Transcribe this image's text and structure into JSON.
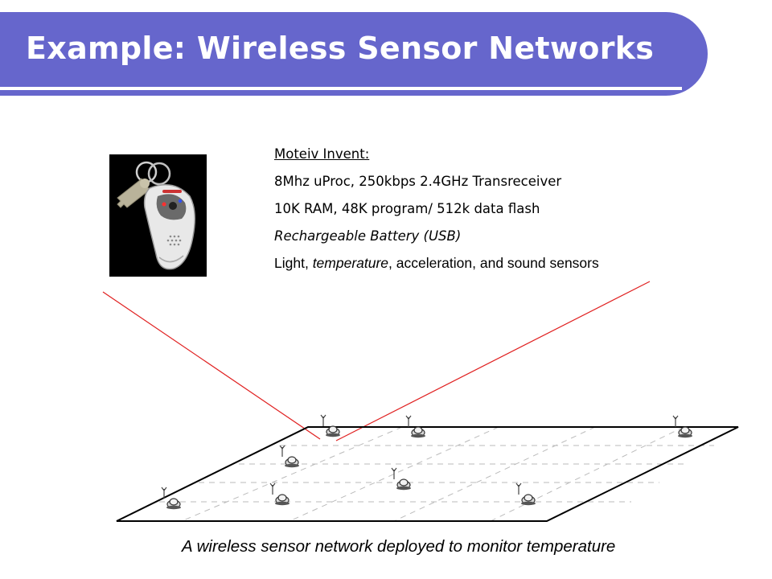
{
  "slide": {
    "title": "Example: Wireless Sensor Networks"
  },
  "specs": {
    "heading": "Moteiv Invent:",
    "line1": "8Mhz uProc, 250kbps 2.4GHz Transreceiver",
    "line2": "10K RAM, 48K program/ 512k data flash",
    "line3": "Rechargeable Battery (USB)",
    "line4_prefix": "Light, ",
    "line4_em": "temperature",
    "line4_suffix": ", acceleration, and sound sensors"
  },
  "caption": "A wireless sensor network deployed to monitor temperature",
  "colors": {
    "title_bar": "#6666cc",
    "callout_lines": "#e02020",
    "grid_dash": "#bbbbbb"
  },
  "icons": {
    "device": "sensor-mote-keychain-photo",
    "node": "sensor-node-with-antenna"
  }
}
